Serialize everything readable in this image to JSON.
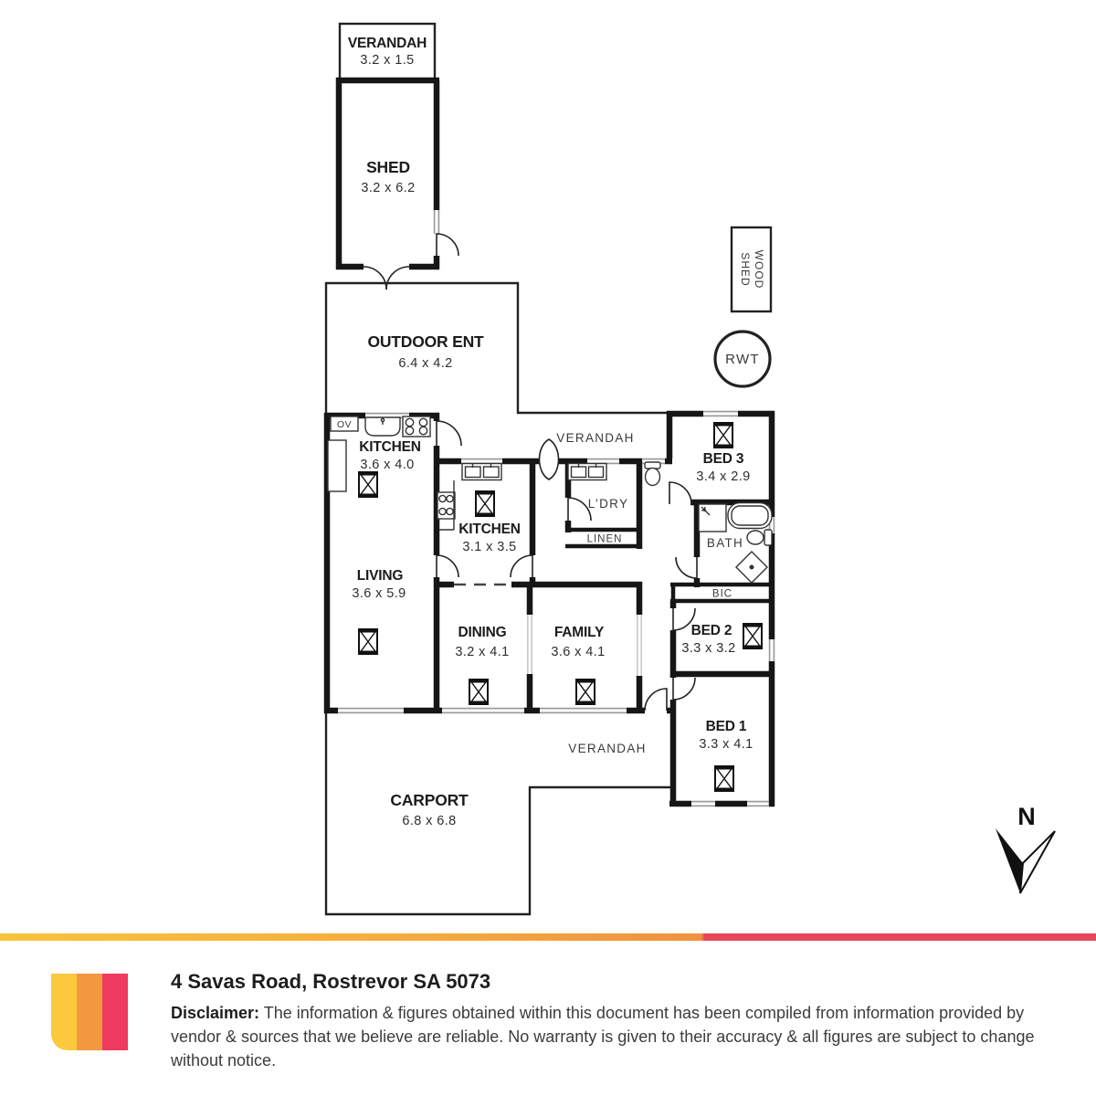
{
  "footer": {
    "address": "4 Savas Road, Rostrevor SA 5073",
    "disclaimer_label": "Disclaimer:",
    "disclaimer_text": " The information & figures obtained within this document has been compiled from information provided by vendor & sources that we believe are reliable. No warranty is given to their accuracy & all figures are subject to change without notice.",
    "bar_colors": {
      "gold": "#F9C33C",
      "orange": "#F0913F",
      "red": "#E8475A"
    },
    "logo_colors": {
      "stripe1": "#FBC93D",
      "stripe2": "#F2983E",
      "stripe3": "#EE3B5F"
    }
  },
  "plan": {
    "colors": {
      "wall": "#161616",
      "window": "#9c9c9c",
      "opening": "#c9c9c9"
    },
    "labels": {
      "north": "N",
      "rwt": "RWT",
      "ov": "OV",
      "wood_shed_line1": "WOOD",
      "wood_shed_line2": "SHED"
    },
    "rooms": {
      "verandah_top": {
        "name": "VERANDAH",
        "dims": "3.2 x 1.5"
      },
      "shed": {
        "name": "SHED",
        "dims": "3.2 x 6.2"
      },
      "outdoor_ent": {
        "name": "OUTDOOR ENT",
        "dims": "6.4 x 4.2"
      },
      "verandah_mid": {
        "name": "VERANDAH"
      },
      "kitchen_main": {
        "name": "KITCHEN",
        "dims": "3.6 x 4.0"
      },
      "living": {
        "name": "LIVING",
        "dims": "3.6 x 5.9"
      },
      "kitchen_second": {
        "name": "KITCHEN",
        "dims": "3.1 x 3.5"
      },
      "ldry": {
        "name": "L’DRY"
      },
      "linen": {
        "name": "LINEN"
      },
      "bed3": {
        "name": "BED 3",
        "dims": "3.4 x 2.9"
      },
      "bath": {
        "name": "BATH"
      },
      "bic": {
        "name": "BIC"
      },
      "bed2": {
        "name": "BED 2",
        "dims": "3.3 x 3.2"
      },
      "dining": {
        "name": "DINING",
        "dims": "3.2 x 4.1"
      },
      "family": {
        "name": "FAMILY",
        "dims": "3.6 x 4.1"
      },
      "bed1": {
        "name": "BED 1",
        "dims": "3.3 x 4.1"
      },
      "verandah_bottom": {
        "name": "VERANDAH"
      },
      "carport": {
        "name": "CARPORT",
        "dims": "6.8 x 6.8"
      }
    }
  }
}
